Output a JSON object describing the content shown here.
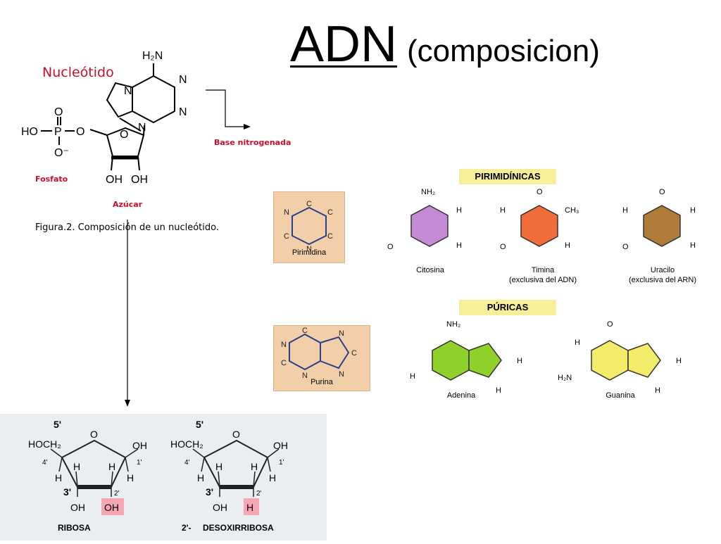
{
  "title": {
    "main": "ADN",
    "sub": "(composicion)"
  },
  "nucleotide": {
    "heading": "Nucleótido",
    "base_label": "Base nitrogenada",
    "phosphate_label": "Fosfato",
    "sugar_label": "Azúcar",
    "caption": "Figura.2. Composición de un nucleótido.",
    "atoms": {
      "amine": "H₂N",
      "ho": "HO",
      "p": "P",
      "o": "O",
      "ominus": "O⁻",
      "oh": "OH",
      "n": "N"
    }
  },
  "pyrimidines": {
    "banner": "PIRIMIDÍNICAS",
    "generic": "Pirimidina",
    "bases": [
      {
        "name": "Citosina",
        "note": "",
        "color": "#c58ad6"
      },
      {
        "name": "Timina",
        "note": "(exclusiva del ADN)",
        "color": "#f26b3a"
      },
      {
        "name": "Uracilo",
        "note": "(exclusiva del ARN)",
        "color": "#b07a38"
      }
    ],
    "atoms": {
      "nh2": "NH₂",
      "o": "O",
      "h": "H",
      "ch3": "CH₃",
      "n": "N",
      "c": "C"
    }
  },
  "purines": {
    "banner": "PÚRICAS",
    "generic": "Purina",
    "bases": [
      {
        "name": "Adenina",
        "color": "#8fd12a"
      },
      {
        "name": "Guanina",
        "color": "#f2ec6a"
      }
    ],
    "atoms": {
      "nh2": "NH₂",
      "h2n": "H₂N",
      "o": "O",
      "h": "H",
      "n": "N",
      "c": "C"
    }
  },
  "sugars": {
    "ribose": {
      "name": "RIBOSA",
      "highlight": "OH"
    },
    "deoxyribose": {
      "prefix": "2'-",
      "name": "DESOXIRRIBOSA",
      "highlight": "H"
    },
    "labels": {
      "c5": "5'",
      "hoch2": "HOCH₂",
      "o": "O",
      "oh": "OH",
      "h": "H",
      "c4": "4'",
      "c1": "1'",
      "c3": "3'",
      "c2": "2'"
    }
  },
  "colors": {
    "banner": "#f6ef9a",
    "box": "#f3cfa9",
    "highlight": "#f4a6b4",
    "label_red": "#c8102e"
  }
}
